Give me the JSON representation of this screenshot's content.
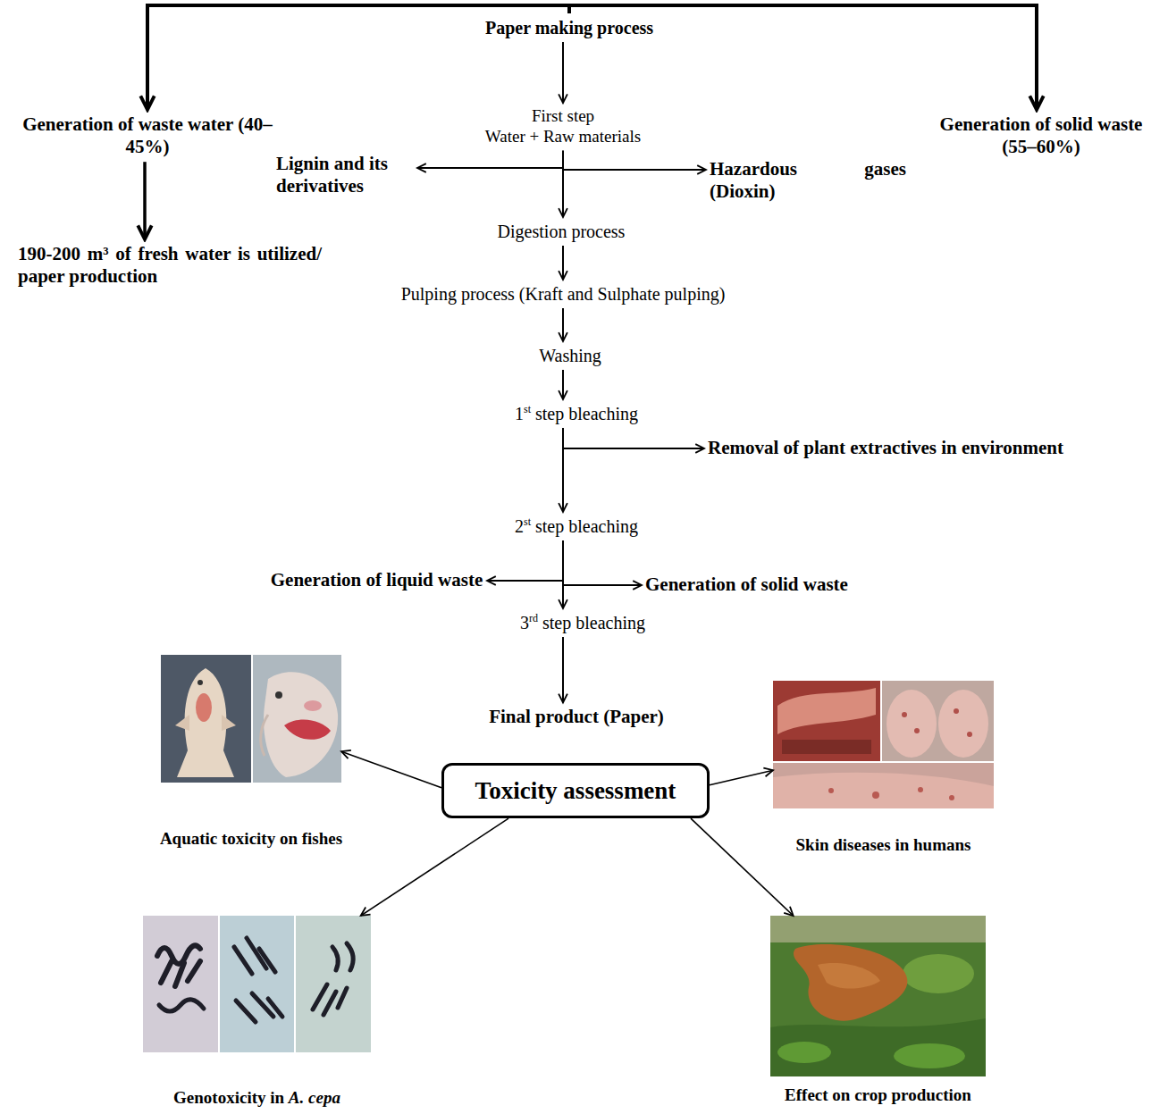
{
  "diagram": {
    "nodes": [
      {
        "text": [
          "Paper making process"
        ]
      },
      {
        "text": [
          "Generation of waste water (40–45%)"
        ]
      },
      {
        "text": [
          "First step",
          "Water + Raw materials"
        ]
      },
      {
        "text": [
          "Generation of solid waste (55–60%)"
        ]
      },
      {
        "text": [
          "Lignin and its derivatives"
        ]
      },
      {
        "text": [
          "Hazardous gases (Dioxin)"
        ]
      },
      {
        "text": [
          "190-200 m³ of fresh water is utilized/ paper production"
        ]
      },
      {
        "text": [
          "Digestion process"
        ]
      },
      {
        "text": [
          "Pulping process (Kraft and Sulphate pulping)"
        ]
      },
      {
        "text": [
          "Washing"
        ]
      },
      {
        "text": [
          "1st step bleaching"
        ]
      },
      {
        "text": [
          "Removal of plant extractives in environment"
        ]
      },
      {
        "text": [
          "2st step bleaching"
        ]
      },
      {
        "text": [
          "Generation of liquid waste"
        ]
      },
      {
        "text": [
          "Generation of solid waste"
        ]
      },
      {
        "text": [
          "3rd step bleaching"
        ]
      },
      {
        "text": [
          "Final product (Paper)"
        ]
      },
      {
        "text": [
          "Aquatic toxicity on fishes"
        ]
      },
      {
        "text": [
          "Toxicity assessment"
        ]
      },
      {
        "text": [
          "Skin diseases in humans"
        ]
      },
      {
        "text": [
          "Genotoxicity in A. cepa"
        ]
      },
      {
        "text": [
          "Effect on crop production"
        ]
      }
    ],
    "edges": [
      {
        "from": 0,
        "to": 1,
        "arrow": "to"
      },
      {
        "from": 0,
        "to": 3,
        "arrow": "to"
      },
      {
        "from": 0,
        "to": 2,
        "arrow": "to"
      },
      {
        "from": 1,
        "to": 6,
        "arrow": "to"
      },
      {
        "from": 2,
        "to": 4,
        "arrow": "to"
      },
      {
        "from": 2,
        "to": 5,
        "arrow": "to"
      },
      {
        "from": 2,
        "to": 7,
        "arrow": "to"
      },
      {
        "from": 7,
        "to": 8,
        "arrow": "to"
      },
      {
        "from": 8,
        "to": 9,
        "arrow": "to"
      },
      {
        "from": 9,
        "to": 10,
        "arrow": "to"
      },
      {
        "from": 10,
        "to": 12,
        "arrow": "to"
      },
      {
        "from": 10,
        "to": 11,
        "arrow": "to"
      },
      {
        "from": 12,
        "to": 15,
        "arrow": "to"
      },
      {
        "from": 12,
        "to": 13,
        "arrow": "to"
      },
      {
        "from": 12,
        "to": 14,
        "arrow": "to"
      },
      {
        "from": 15,
        "to": 16,
        "arrow": "to"
      },
      {
        "from": 18,
        "to": 17,
        "arrow": "to"
      },
      {
        "from": 18,
        "to": 19,
        "arrow": "to"
      },
      {
        "from": 18,
        "to": 20,
        "arrow": "to"
      },
      {
        "from": 18,
        "to": 21,
        "arrow": "to"
      }
    ]
  }
}
